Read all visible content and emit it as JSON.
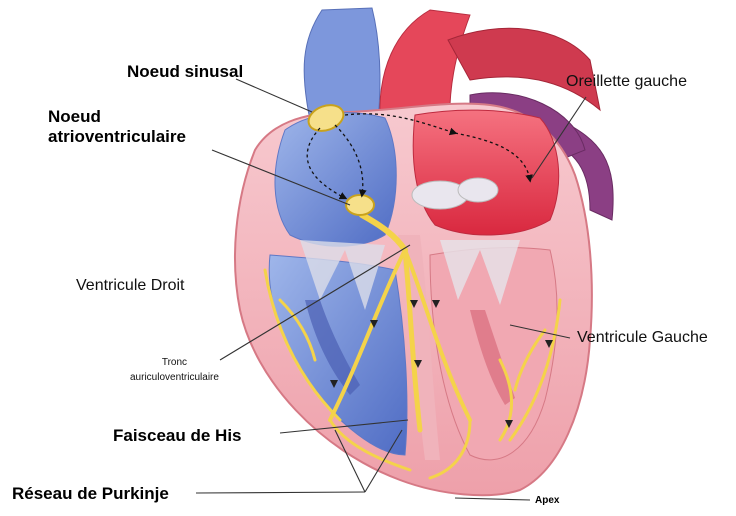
{
  "labels": {
    "noeud_sinusal": "Noeud sinusal",
    "noeud_av_line1": "Noeud",
    "noeud_av_line2": "atrioventriculaire",
    "oreillette_gauche": "Oreillette gauche",
    "ventricule_droit": "Ventricule Droit",
    "ventricule_gauche": "Ventricule Gauche",
    "tronc_line1": "Tronc",
    "tronc_line2": "auriculoventriculaire",
    "faisceau_his": "Faisceau de His",
    "reseau_purkinje": "Réseau de Purkinje",
    "apex": "Apex"
  },
  "colors": {
    "right_heart_blue": "#7a95d8",
    "left_heart_red": "#e8394f",
    "heart_wall_pink": "#f3b7bf",
    "aorta_purple": "#8b3f84",
    "conduction_yellow": "#f4d34a",
    "conduction_outline": "#c9a21c"
  },
  "icons": [
    "sinus-node-icon",
    "av-node-icon",
    "conduction-arrow-icon"
  ]
}
